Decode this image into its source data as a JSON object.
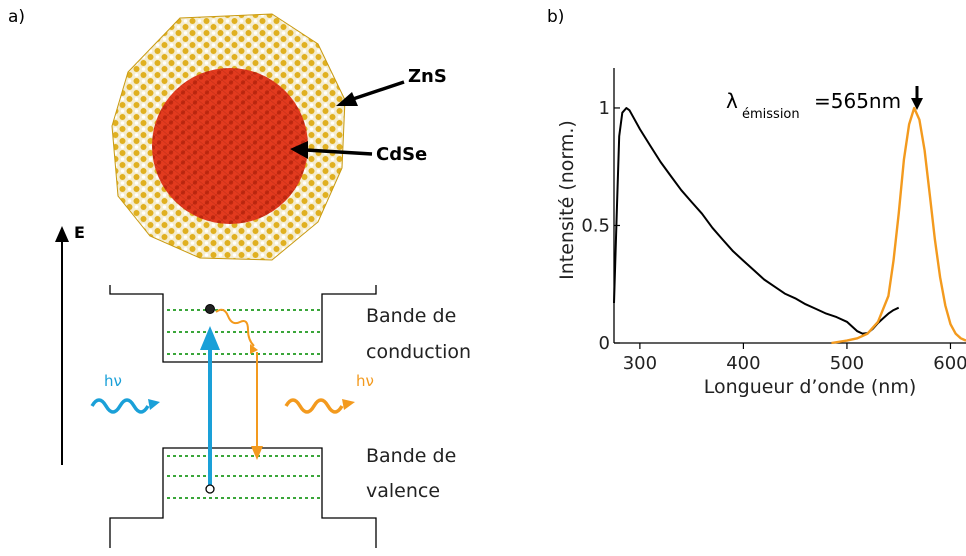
{
  "panel_a": {
    "label": "a)",
    "shell_label": "ZnS",
    "core_label": "CdSe",
    "energy_label": "E",
    "conduction_band_label": [
      "Bande de",
      "conduction"
    ],
    "valence_band_label": [
      "Bande de",
      "valence"
    ],
    "absorption_photon_label": "hν",
    "emission_photon_label": "hν",
    "colors": {
      "shell": "#e0b020",
      "core": "#e23a1e",
      "absorption": "#1aa0d8",
      "emission": "#f39a1e",
      "levels": "#3aa63a"
    }
  },
  "panel_b": {
    "label": "b)",
    "lambda_symbol": "λ",
    "lambda_subscript": "émission",
    "lambda_value": "=565nm",
    "down_arrow": "↓"
  },
  "chart_data": {
    "type": "line",
    "xlabel": "Longueur d’onde (nm)",
    "ylabel": "Intensité (norm.)",
    "xlim": [
      275,
      615
    ],
    "ylim": [
      0,
      1.17
    ],
    "xticks": [
      300,
      400,
      500,
      600
    ],
    "xtick_labels": [
      "300",
      "400",
      "500",
      "600"
    ],
    "yticks": [
      0,
      0.5,
      1
    ],
    "ytick_labels": [
      "0",
      "0.5",
      "1"
    ],
    "series": [
      {
        "color": "#000000",
        "x": [
          275,
          278,
          280,
          283,
          287,
          290,
          295,
          300,
          310,
          320,
          330,
          340,
          350,
          360,
          370,
          380,
          390,
          400,
          410,
          420,
          430,
          440,
          450,
          460,
          470,
          480,
          490,
          500,
          505,
          510,
          515,
          520,
          525,
          530,
          535,
          540,
          545,
          550
        ],
        "y": [
          0.17,
          0.6,
          0.88,
          0.98,
          1.0,
          0.99,
          0.95,
          0.91,
          0.84,
          0.77,
          0.71,
          0.65,
          0.6,
          0.55,
          0.49,
          0.44,
          0.39,
          0.35,
          0.31,
          0.27,
          0.24,
          0.21,
          0.19,
          0.165,
          0.145,
          0.125,
          0.11,
          0.09,
          0.07,
          0.05,
          0.04,
          0.042,
          0.06,
          0.085,
          0.105,
          0.125,
          0.14,
          0.15
        ]
      },
      {
        "color": "#f39a1e",
        "x": [
          485,
          500,
          510,
          520,
          530,
          540,
          545,
          550,
          555,
          560,
          565,
          570,
          575,
          580,
          585,
          590,
          595,
          600,
          605,
          610,
          615
        ],
        "y": [
          0.0,
          0.01,
          0.02,
          0.04,
          0.09,
          0.2,
          0.35,
          0.55,
          0.78,
          0.93,
          1.0,
          0.95,
          0.82,
          0.63,
          0.44,
          0.28,
          0.16,
          0.08,
          0.04,
          0.02,
          0.01
        ]
      }
    ]
  }
}
